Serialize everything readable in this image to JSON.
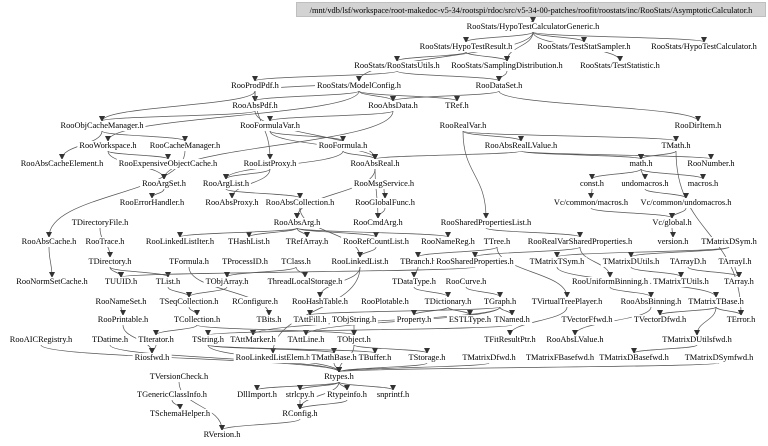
{
  "root": {
    "label": "/mnt/vdb/lsf/workspace/root-makedoc-v5-34/rootspi/rdoc/src/v5-34-00-patches/roofit/roostats/inc/RooStats/AsymptoticCalculator.h"
  },
  "colors": {
    "root_fill": "#d3d3d3",
    "edge": "#555555",
    "node_text": "#000000"
  },
  "nodes": [
    "RooStats/HypoTestCalculatorGeneric.h",
    "RooStats/HypoTestResult.h",
    "RooStats/TestStatSampler.h",
    "RooStats/HypoTestCalculator.h",
    "RooStats/RooStatsUtils.h",
    "RooStats/SamplingDistribution.h",
    "RooStats/TestStatistic.h",
    "RooProdPdf.h",
    "RooStats/ModelConfig.h",
    "RooDataSet.h",
    "RooAbsPdf.h",
    "RooAbsData.h",
    "TRef.h",
    "RooObjCacheManager.h",
    "RooFormulaVar.h",
    "RooRealVar.h",
    "RooDirItem.h",
    "RooWorkspace.h",
    "RooCacheManager.h",
    "RooFormula.h",
    "RooAbsRealLValue.h",
    "TMath.h",
    "RooAbsCacheElement.h",
    "RooExpensiveObjectCache.h",
    "RooListProxy.h",
    "RooAbsReal.h",
    "math.h",
    "RooNumber.h",
    "RooArgSet.h",
    "RooArgList.h",
    "RooMsgService.h",
    "const.h",
    "undomacros.h",
    "macros.h",
    "RooErrorHandler.h",
    "RooAbsProxy.h",
    "RooAbsCollection.h",
    "RooGlobalFunc.h",
    "Vc/common/macros.h",
    "Vc/common/undomacros.h",
    "TDirectoryFile.h",
    "RooAbsArg.h",
    "RooCmdArg.h",
    "RooSharedPropertiesList.h",
    "Vc/global.h",
    "RooAbsCache.h",
    "RooTrace.h",
    "RooLinkedListIter.h",
    "THashList.h",
    "TRefArray.h",
    "RooRefCountList.h",
    "RooNameReg.h",
    "TTree.h",
    "RooRealVarSharedProperties.h",
    "version.h",
    "TMatrixDSym.h",
    "TDirectory.h",
    "TFormula.h",
    "TProcessID.h",
    "TClass.h",
    "RooLinkedList.h",
    "TBranch.h",
    "RooSharedProperties.h",
    "TMatrixTSym.h",
    "TMatrixDUtils.h",
    "TArrayD.h",
    "TArrayI.h",
    "RooNormSetCache.h",
    "TUUID.h",
    "TList.h",
    "TObjArray.h",
    "ThreadLocalStorage.h",
    "TDataType.h",
    "RooCurve.h",
    "RooUniformBinning.h",
    "TMatrixTUtils.h",
    "TArray.h",
    "RooNameSet.h",
    "TSeqCollection.h",
    "RConfigure.h",
    "RooHashTable.h",
    "RooPlotable.h",
    "TDictionary.h",
    "TGraph.h",
    "TVirtualTreePlayer.h",
    "RooAbsBinning.h",
    "TMatrixTBase.h",
    "RooPrintable.h",
    "TCollection.h",
    "TBits.h",
    "TAttFill.h",
    "TObjString.h",
    "Property.h",
    "ESTLType.h",
    "TNamed.h",
    "TVectorFfwd.h",
    "TVectorDfwd.h",
    "TError.h",
    "RooAICRegistry.h",
    "TDatime.h",
    "TIterator.h",
    "TString.h",
    "TAttMarker.h",
    "TAttLine.h",
    "TObject.h",
    "TFitResultPtr.h",
    "RooAbsLValue.h",
    "TMatrixDUtilsfwd.h",
    "Riosfwd.h",
    "RooLinkedListElem.h",
    "TMathBase.h",
    "TBuffer.h",
    "TStorage.h",
    "TMatrixDfwd.h",
    "TMatrixFBasefwd.h",
    "TMatrixDBasefwd.h",
    "TMatrixDSymfwd.h",
    "TVersionCheck.h",
    "Rtypes.h",
    "TGenericClassInfo.h",
    "DllImport.h",
    "strlcpy.h",
    "Rtypeinfo.h",
    "snprintf.h",
    "TSchemaHelper.h",
    "RConfig.h",
    "RVersion.h"
  ],
  "edges": [
    [
      "ROOT",
      "RooStats/HypoTestCalculatorGeneric.h"
    ],
    [
      "RooStats/HypoTestCalculatorGeneric.h",
      "RooStats/HypoTestResult.h"
    ],
    [
      "RooStats/HypoTestCalculatorGeneric.h",
      "RooStats/TestStatSampler.h"
    ],
    [
      "RooStats/HypoTestCalculatorGeneric.h",
      "RooStats/HypoTestCalculator.h"
    ],
    [
      "RooStats/HypoTestCalculatorGeneric.h",
      "RooStats/ModelConfig.h"
    ],
    [
      "RooStats/HypoTestCalculatorGeneric.h",
      "RooStats/SamplingDistribution.h"
    ],
    [
      "RooStats/HypoTestCalculatorGeneric.h",
      "RooStats/TestStatistic.h"
    ],
    [
      "RooStats/HypoTestResult.h",
      "RooStats/RooStatsUtils.h"
    ],
    [
      "RooStats/HypoTestResult.h",
      "RooStats/SamplingDistribution.h"
    ],
    [
      "RooStats/SamplingDistribution.h",
      "RooDataSet.h"
    ],
    [
      "RooStats/RooStatsUtils.h",
      "RooDataSet.h"
    ],
    [
      "RooStats/RooStatsUtils.h",
      "RooProdPdf.h"
    ],
    [
      "RooStats/ModelConfig.h",
      "RooProdPdf.h"
    ],
    [
      "RooStats/ModelConfig.h",
      "RooAbsPdf.h"
    ],
    [
      "RooStats/ModelConfig.h",
      "RooAbsData.h"
    ],
    [
      "RooStats/ModelConfig.h",
      "TRef.h"
    ],
    [
      "RooStats/ModelConfig.h",
      "RooWorkspace.h"
    ],
    [
      "RooDataSet.h",
      "RooAbsData.h"
    ],
    [
      "RooDataSet.h",
      "RooDirItem.h"
    ],
    [
      "RooProdPdf.h",
      "RooAbsPdf.h"
    ],
    [
      "RooProdPdf.h",
      "RooObjCacheManager.h"
    ],
    [
      "RooProdPdf.h",
      "RooListProxy.h"
    ],
    [
      "RooAbsPdf.h",
      "RooAbsReal.h"
    ],
    [
      "RooAbsPdf.h",
      "RooObjCacheManager.h"
    ],
    [
      "RooAbsData.h",
      "RooFormulaVar.h"
    ],
    [
      "RooAbsData.h",
      "RooArgSet.h"
    ],
    [
      "RooFormulaVar.h",
      "RooFormula.h"
    ],
    [
      "RooFormulaVar.h",
      "RooAbsReal.h"
    ],
    [
      "RooObjCacheManager.h",
      "RooCacheManager.h"
    ],
    [
      "RooObjCacheManager.h",
      "RooAbsCacheElement.h"
    ],
    [
      "RooCacheManager.h",
      "RooAbsCache.h"
    ],
    [
      "RooRealVar.h",
      "RooAbsRealLValue.h"
    ],
    [
      "RooRealVar.h",
      "TMath.h"
    ],
    [
      "RooRealVar.h",
      "RooSharedPropertiesList.h"
    ],
    [
      "RooAbsRealLValue.h",
      "RooAbsReal.h"
    ],
    [
      "RooAbsRealLValue.h",
      "math.h"
    ],
    [
      "RooAbsRealLValue.h",
      "RooNumber.h"
    ],
    [
      "TMath.h",
      "math.h"
    ],
    [
      "TMath.h",
      "TError.h"
    ],
    [
      "math.h",
      "undomacros.h"
    ],
    [
      "math.h",
      "const.h"
    ],
    [
      "math.h",
      "macros.h"
    ],
    [
      "const.h",
      "Vc/common/macros.h"
    ],
    [
      "undomacros.h",
      "Vc/common/undomacros.h"
    ],
    [
      "Vc/common/macros.h",
      "Vc/global.h"
    ],
    [
      "Vc/common/undomacros.h",
      "Vc/global.h"
    ],
    [
      "Vc/global.h",
      "version.h"
    ],
    [
      "RooFormula.h",
      "RooArgList.h"
    ],
    [
      "RooFormula.h",
      "RooAbsReal.h"
    ],
    [
      "RooAbsReal.h",
      "RooAbsArg.h"
    ],
    [
      "RooAbsReal.h",
      "RooCmdArg.h"
    ],
    [
      "RooListProxy.h",
      "RooArgList.h"
    ],
    [
      "RooListProxy.h",
      "RooAbsProxy.h"
    ],
    [
      "RooWorkspace.h",
      "RooArgSet.h"
    ],
    [
      "RooWorkspace.h",
      "RooExpensiveObjectCache.h"
    ],
    [
      "RooArgSet.h",
      "RooErrorHandler.h"
    ],
    [
      "RooArgList.h",
      "RooAbsCollection.h"
    ],
    [
      "RooMsgService.h",
      "RooGlobalFunc.h"
    ],
    [
      "RooGlobalFunc.h",
      "RooCmdArg.h"
    ],
    [
      "RooAbsCollection.h",
      "RooLinkedList.h"
    ],
    [
      "RooAbsCollection.h",
      "RooAbsArg.h"
    ],
    [
      "RooAbsArg.h",
      "THashList.h"
    ],
    [
      "RooAbsArg.h",
      "TRefArray.h"
    ],
    [
      "RooAbsArg.h",
      "RooRefCountList.h"
    ],
    [
      "RooAbsArg.h",
      "RooNameReg.h"
    ],
    [
      "RooAbsArg.h",
      "RooLinkedListIter.h"
    ],
    [
      "TDirectoryFile.h",
      "TDirectory.h"
    ],
    [
      "RooAbsCache.h",
      "RooNormSetCache.h"
    ],
    [
      "TDirectory.h",
      "TUUID.h"
    ],
    [
      "TDirectory.h",
      "TList.h"
    ],
    [
      "RooRefCountList.h",
      "RooLinkedList.h"
    ],
    [
      "RooLinkedList.h",
      "RooHashTable.h"
    ],
    [
      "RooLinkedList.h",
      "RooLinkedListElem.h"
    ],
    [
      "TTree.h",
      "TBranch.h"
    ],
    [
      "TTree.h",
      "TVirtualTreePlayer.h"
    ],
    [
      "TBranch.h",
      "TDataType.h"
    ],
    [
      "TDataType.h",
      "TDictionary.h"
    ],
    [
      "RooSharedPropertiesList.h",
      "RooRealVarSharedProperties.h"
    ],
    [
      "RooRealVarSharedProperties.h",
      "RooSharedProperties.h"
    ],
    [
      "RooRealVarSharedProperties.h",
      "RooUniformBinning.h"
    ],
    [
      "RooUniformBinning.h",
      "RooAbsBinning.h"
    ],
    [
      "RooSharedProperties.h",
      "TUUID.h"
    ],
    [
      "RooCurve.h",
      "TGraph.h"
    ],
    [
      "TMatrixDSym.h",
      "TMatrixTSym.h"
    ],
    [
      "TMatrixDSym.h",
      "TMatrixDUtils.h"
    ],
    [
      "TMatrixTSym.h",
      "TMatrixTBase.h"
    ],
    [
      "TMatrixDUtils.h",
      "TMatrixTUtils.h"
    ],
    [
      "TArrayD.h",
      "TArray.h"
    ],
    [
      "TArrayI.h",
      "TArray.h"
    ],
    [
      "TMatrixTBase.h",
      "TError.h"
    ],
    [
      "TMatrixTBase.h",
      "TMatrixDUtilsfwd.h"
    ],
    [
      "TMatrixDUtilsfwd.h",
      "TMatrixDBasefwd.h"
    ],
    [
      "TMatrixTBase.h",
      "TVectorDfwd.h"
    ],
    [
      "TClass.h",
      "TObjArray.h"
    ],
    [
      "TClass.h",
      "ThreadLocalStorage.h"
    ],
    [
      "TFormula.h",
      "TBits.h"
    ],
    [
      "TList.h",
      "TSeqCollection.h"
    ],
    [
      "TObjArray.h",
      "TSeqCollection.h"
    ],
    [
      "TSeqCollection.h",
      "TCollection.h"
    ],
    [
      "TCollection.h",
      "TIterator.h"
    ],
    [
      "TCollection.h",
      "TObject.h"
    ],
    [
      "RooNameSet.h",
      "RooPrintable.h"
    ],
    [
      "RooPrintable.h",
      "Riosfwd.h"
    ],
    [
      "TGraph.h",
      "TNamed.h"
    ],
    [
      "TGraph.h",
      "TAttFill.h"
    ],
    [
      "TGraph.h",
      "TAttLine.h"
    ],
    [
      "TGraph.h",
      "TAttMarker.h"
    ],
    [
      "TNamed.h",
      "TString.h"
    ],
    [
      "TDictionary.h",
      "Property.h"
    ],
    [
      "TDictionary.h",
      "ESTLType.h"
    ],
    [
      "TObjString.h",
      "TObject.h"
    ],
    [
      "TObject.h",
      "TStorage.h"
    ],
    [
      "TObject.h",
      "Rtypes.h"
    ],
    [
      "TString.h",
      "TMathBase.h"
    ],
    [
      "TString.h",
      "TBuffer.h"
    ],
    [
      "TString.h",
      "Rtypes.h"
    ],
    [
      "TDatime.h",
      "Rtypes.h"
    ],
    [
      "TIterator.h",
      "Riosfwd.h"
    ],
    [
      "TVirtualTreePlayer.h",
      "TFitResultPtr.h"
    ],
    [
      "RooAbsBinning.h",
      "RooAbsLValue.h"
    ],
    [
      "TStorage.h",
      "Rtypes.h"
    ],
    [
      "TMathBase.h",
      "Rtypes.h"
    ],
    [
      "TMatrixDfwd.h",
      "Rtypes.h"
    ],
    [
      "TMatrixDSymfwd.h",
      "Rtypes.h"
    ],
    [
      "Rtypes.h",
      "DllImport.h"
    ],
    [
      "Rtypes.h",
      "strlcpy.h"
    ],
    [
      "Rtypes.h",
      "Rtypeinfo.h"
    ],
    [
      "Rtypes.h",
      "snprintf.h"
    ],
    [
      "Rtypes.h",
      "RConfig.h"
    ],
    [
      "TVersionCheck.h",
      "RVersion.h"
    ],
    [
      "TGenericClassInfo.h",
      "TSchemaHelper.h"
    ],
    [
      "RConfig.h",
      "RVersion.h"
    ],
    [
      "strlcpy.h",
      "RConfig.h"
    ],
    [
      "Rtypeinfo.h",
      "RConfig.h"
    ],
    [
      "RooAICRegistry.h",
      "Rtypes.h"
    ]
  ]
}
